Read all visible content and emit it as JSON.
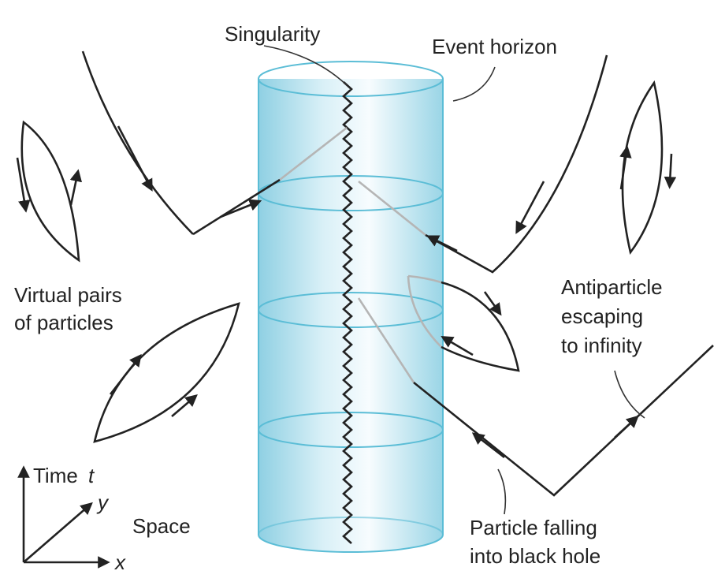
{
  "labels": {
    "singularity": "Singularity",
    "event_horizon": "Event horizon",
    "virtual_pairs_1": "Virtual pairs",
    "virtual_pairs_2": "of particles",
    "antiparticle_1": "Antiparticle",
    "antiparticle_2": "escaping",
    "antiparticle_3": "to infinity",
    "particle_1": "Particle falling",
    "particle_2": "into black hole",
    "time": "Time",
    "time_var": "t",
    "y_axis": "y",
    "space": "Space",
    "x_axis": "x"
  },
  "colors": {
    "cylinder_edge": "#8fd0e3",
    "cylinder_line": "#5bbdd6",
    "line": "#222222",
    "inside_path": "#b5b5b5"
  }
}
